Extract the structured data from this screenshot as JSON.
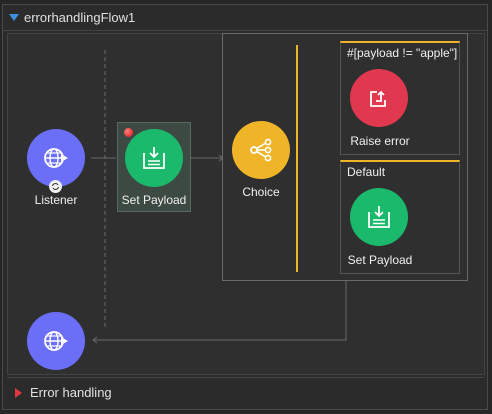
{
  "flow": {
    "title": "errorhandlingFlow1"
  },
  "nodes": {
    "listener_label": "Listener",
    "set_payload_label": "Set Payload",
    "choice_label": "Choice",
    "raise_error_label": "Raise error",
    "set_payload_default_label": "Set Payload"
  },
  "routes": {
    "when_condition": "#[payload != \"apple\"]",
    "default_label": "Default"
  },
  "footer": {
    "label": "Error handling"
  },
  "colors": {
    "listener": "#6b6ef7",
    "set_payload": "#1bb96c",
    "choice": "#f0b429",
    "raise_error": "#e0384e",
    "route_accent": "#f0b429",
    "header_toggle": "#3b8fe0",
    "footer_toggle": "#e0383e"
  },
  "icons": {
    "listener": "globe-arrow-icon",
    "set_payload": "set-payload-icon",
    "choice": "choice-branch-icon",
    "raise_error": "raise-error-icon"
  }
}
